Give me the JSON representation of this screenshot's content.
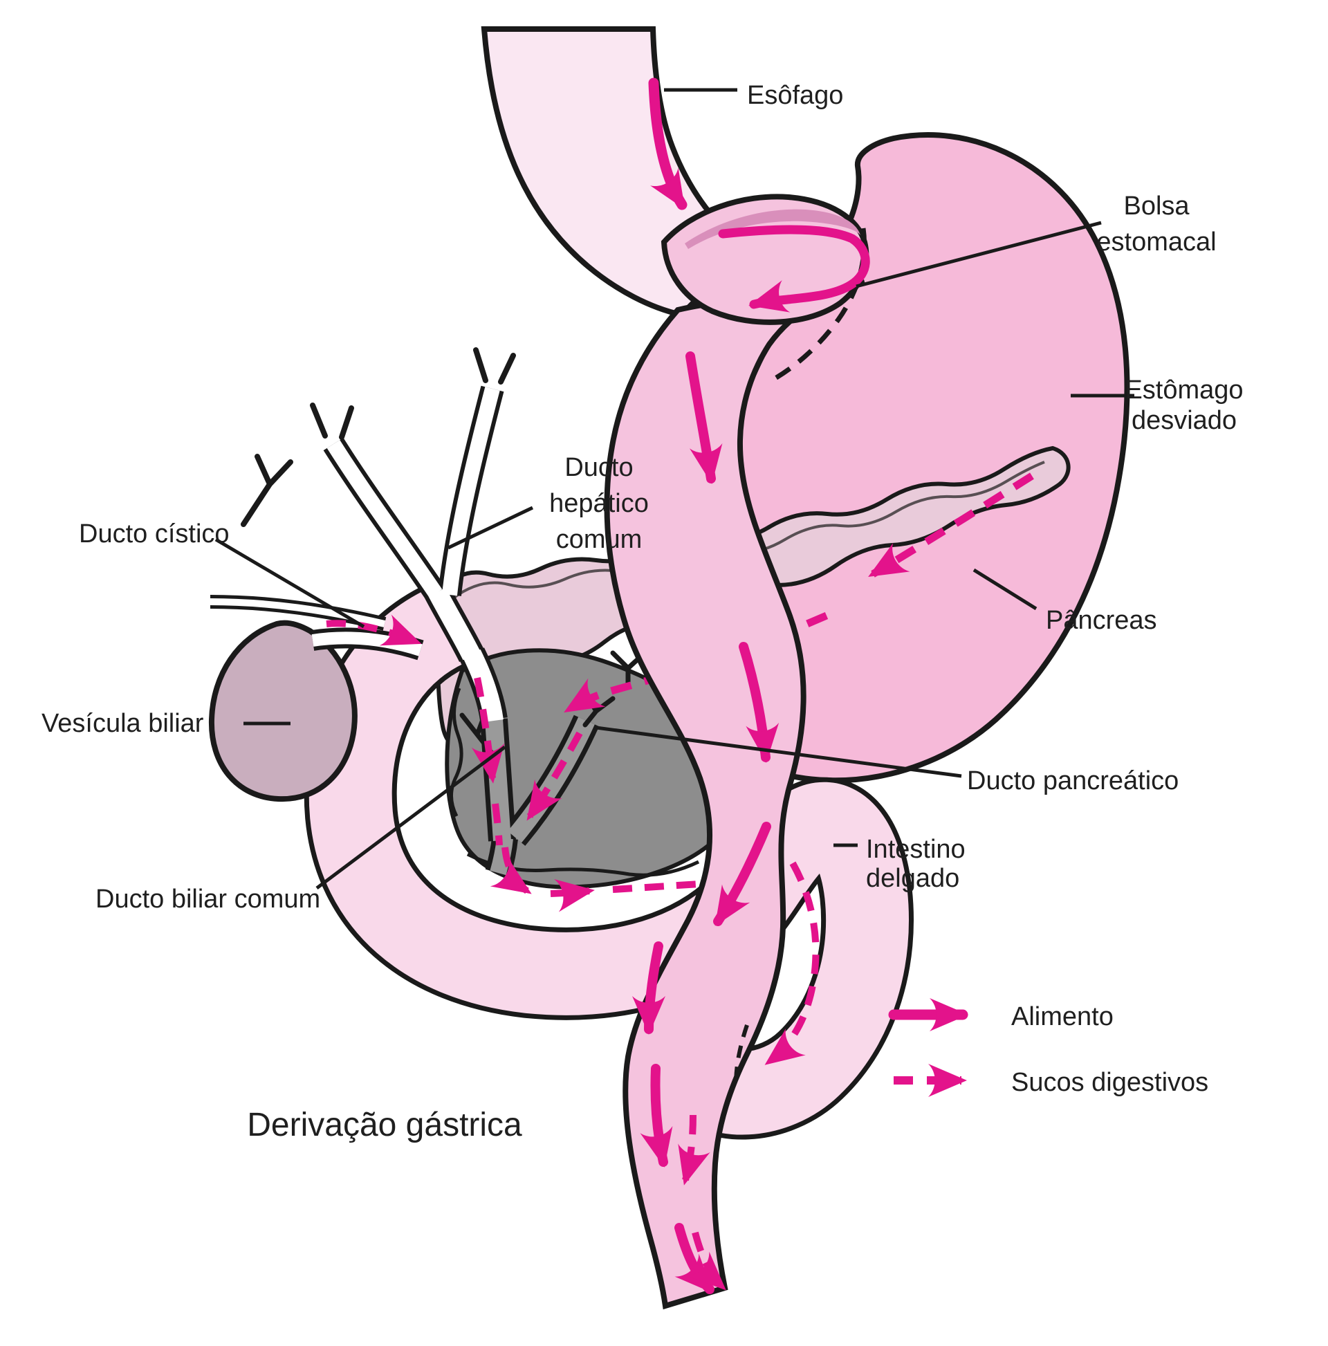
{
  "title": "Derivação gástrica",
  "labels": {
    "esofago": "Esôfago",
    "bolsa1": "Bolsa",
    "bolsa2": "estomacal",
    "estomago1": "Estômago",
    "estomago2": "desviado",
    "pancreas": "Pâncreas",
    "ducto_pancreatico": "Ducto pancreático",
    "intestino1": "Intestino",
    "intestino2": "delgado",
    "vesicula": "Vesícula biliar",
    "cistico": "Ducto cístico",
    "hepatico1": "Ducto",
    "hepatico2": "hepático",
    "hepatico3": "comum",
    "biliar": "Ducto biliar comum"
  },
  "legend": {
    "alimento": "Alimento",
    "sucos": "Sucos digestivos",
    "alimento_style": "solid-arrow",
    "sucos_style": "dashed-arrow"
  },
  "colors": {
    "accent_magenta": "#E3138B",
    "outline_black": "#1A1A1A",
    "esophagus_pink": "#FAE7F2",
    "stomach_pink": "#F6BAD9",
    "intestine_pink": "#F5C3DE",
    "loop_pink": "#F9D9EA",
    "pancreas_mauve": "#E9CBDA",
    "duodenum_gray": "#8D8D8D",
    "gallbladder_mauve": "#C9AEBE"
  }
}
